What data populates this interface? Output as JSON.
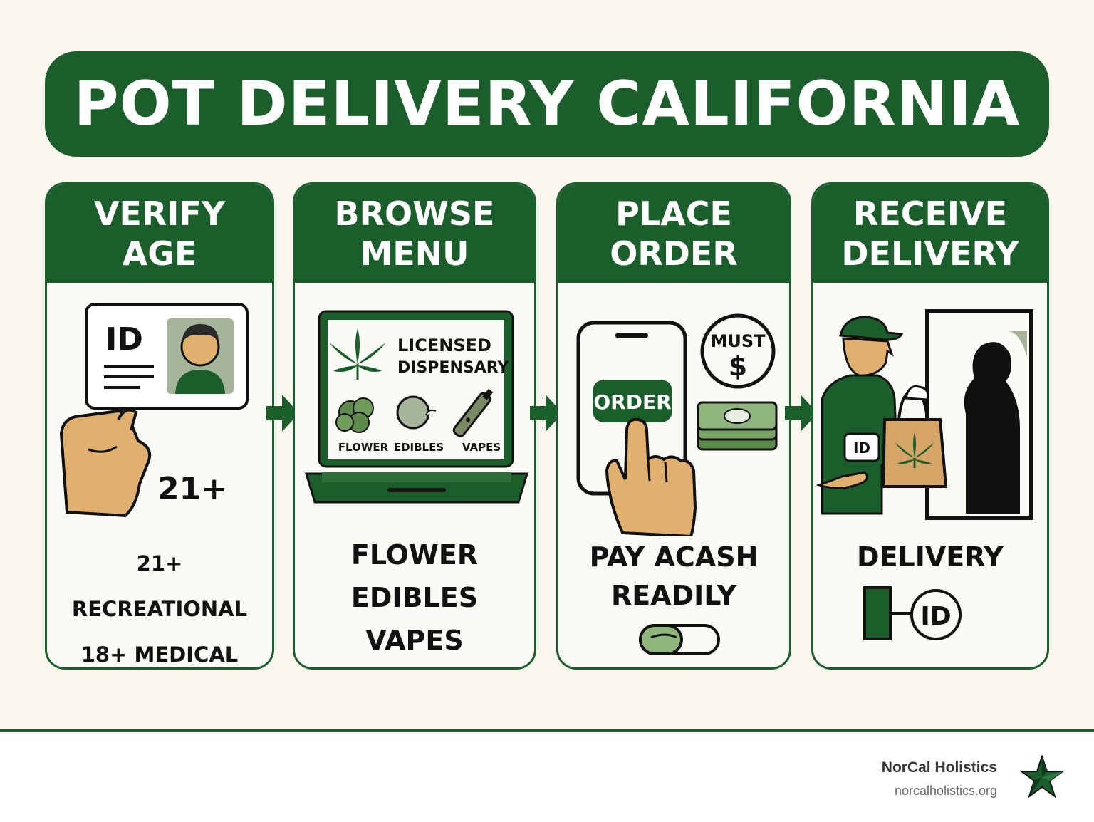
{
  "title": "POT DELIVERY CALIFORNIA",
  "steps": [
    {
      "heading": [
        "VERIFY",
        "AGE"
      ],
      "icon": "id-card-icon",
      "card_label": "ID",
      "age_badge": "21+",
      "lines": [
        "21+ RECREATIONAL",
        "18+ MEDICAL"
      ]
    },
    {
      "heading": [
        "BROWSE",
        "MENU"
      ],
      "icon": "laptop-icon",
      "screen_title": [
        "LICENSED",
        "DISPENSARY"
      ],
      "screen_items": [
        "FLOWER",
        "EDIBLES",
        "VAPES"
      ],
      "lines": [
        "FLOWER",
        "EDIBLES",
        "VAPES"
      ]
    },
    {
      "heading": [
        "PLACE",
        "ORDER"
      ],
      "icon": "phone-icon",
      "order_button": "ORDER",
      "coin_label": "MUST",
      "coin_symbol": "$",
      "lines": [
        "PAY ACASH",
        "READILY"
      ]
    },
    {
      "heading": [
        "RECEIVE",
        "DELIVERY"
      ],
      "icon": "delivery-person-icon",
      "badge_label": "ID",
      "lines": [
        "DELIVERY"
      ],
      "id_tag": "ID"
    }
  ],
  "footer": {
    "brand": "NorCal Holistics",
    "url": "norcalholistics.org"
  },
  "colors": {
    "brand_green": "#1b5e2b",
    "background": "#f8f6ef",
    "skin": "#e0b06e",
    "light_green": "#8aa57c"
  }
}
